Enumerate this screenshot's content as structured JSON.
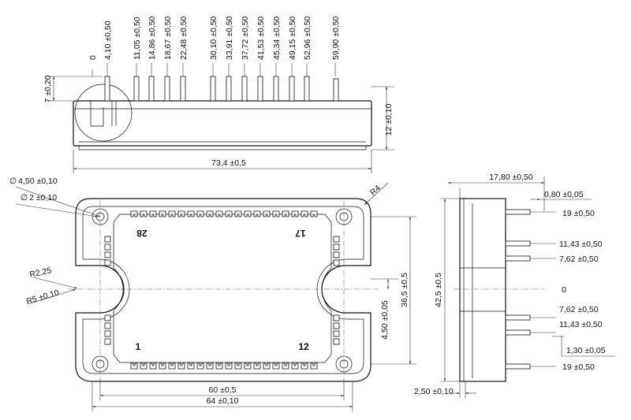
{
  "top_view": {
    "pin_positions": [
      "0",
      "4,10 ±0,50",
      "11,05 ±0,50",
      "14,86 ±0,50",
      "18,67 ±0,50",
      "22,48 ±0,50",
      "30,10 ±0,50",
      "33,91 ±0,50",
      "37,72 ±0,50",
      "41,53 ±0,50",
      "45,34 ±0,50",
      "49,15 ±0,50",
      "52,96 ±0,50",
      "59,90 ±0,50"
    ],
    "pin_height": "7 ±0,20",
    "body_height": "12 ±0,10",
    "overall_length": "73,4 ±0,5"
  },
  "plan_view": {
    "mount_hole_dia": "4,50 ±0,10",
    "pin_hole_dia": "2 ±0,10",
    "corner_radius": "R4",
    "notch_radius_inner": "R2,25",
    "notch_radius_outer": "R5 ±0,10",
    "hole_spacing": "60 ±0,5",
    "overall_length": "64 ±0,10",
    "inner_height": "36,5 ±0,5",
    "notch_offset": "4,50 ±0,05",
    "pin_numbers": [
      "28",
      "17",
      "1",
      "12"
    ]
  },
  "side_view": {
    "depth": "17,80 ±0,50",
    "pin_thickness": "0,80 ±0,05",
    "height": "42,5 ±0,5",
    "pin_offsets": [
      "19 ±0,50",
      "11,43 ±0,50",
      "7,62 ±0,50",
      "0",
      "7,62 ±0,50",
      "11,43 ±0,50",
      "19 ±0,50"
    ],
    "pin_width": "1,30 ±0,05",
    "base_offset": "2,50 ±0,10"
  }
}
